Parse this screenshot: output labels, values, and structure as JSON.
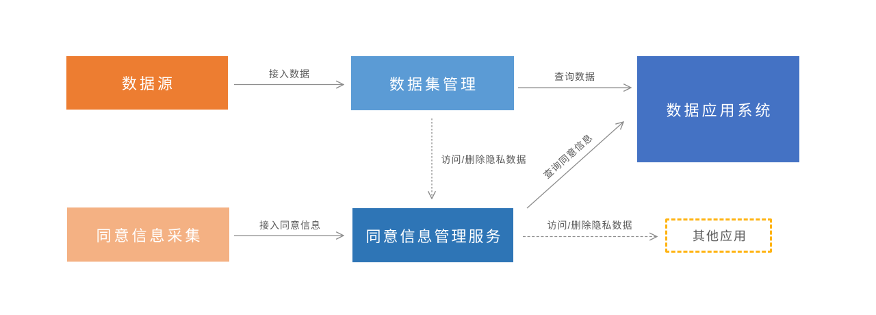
{
  "diagram": {
    "nodes": [
      {
        "id": "data-source",
        "label": "数据源",
        "fill": "#ED7D31",
        "text_color": "#FFFFFF"
      },
      {
        "id": "dataset-management",
        "label": "数据集管理",
        "fill": "#5B9BD5",
        "text_color": "#FFFFFF"
      },
      {
        "id": "data-application-system",
        "label": "数据应用系统",
        "fill": "#4472C4",
        "text_color": "#FFFFFF"
      },
      {
        "id": "consent-info-collection",
        "label": "同意信息采集",
        "fill": "#F4B183",
        "text_color": "#FFFFFF"
      },
      {
        "id": "consent-info-management-service",
        "label": "同意信息管理服务",
        "fill": "#2E75B6",
        "text_color": "#FFFFFF"
      },
      {
        "id": "other-applications",
        "label": "其他应用",
        "fill": "#FFFFFF",
        "border_color": "#FFB310",
        "border_style": "dashed",
        "text_color": "#595959"
      }
    ],
    "edges": [
      {
        "from": "data-source",
        "to": "dataset-management",
        "label": "接入数据",
        "style": "solid"
      },
      {
        "from": "dataset-management",
        "to": "data-application-system",
        "label": "查询数据",
        "style": "solid"
      },
      {
        "from": "dataset-management",
        "to": "consent-info-management-service",
        "label": "访问/删除隐私数据",
        "style": "dashed"
      },
      {
        "from": "consent-info-management-service",
        "to": "data-application-system",
        "label": "查询同意信息",
        "style": "solid"
      },
      {
        "from": "consent-info-management-service",
        "to": "other-applications",
        "label": "访问/删除隐私数据",
        "style": "dashed"
      },
      {
        "from": "consent-info-collection",
        "to": "consent-info-management-service",
        "label": "接入同意信息",
        "style": "solid"
      }
    ],
    "colors": {
      "background": "#FFFFFF",
      "arrow_line": "#8C8C8C",
      "edge_label_text": "#595959"
    }
  }
}
